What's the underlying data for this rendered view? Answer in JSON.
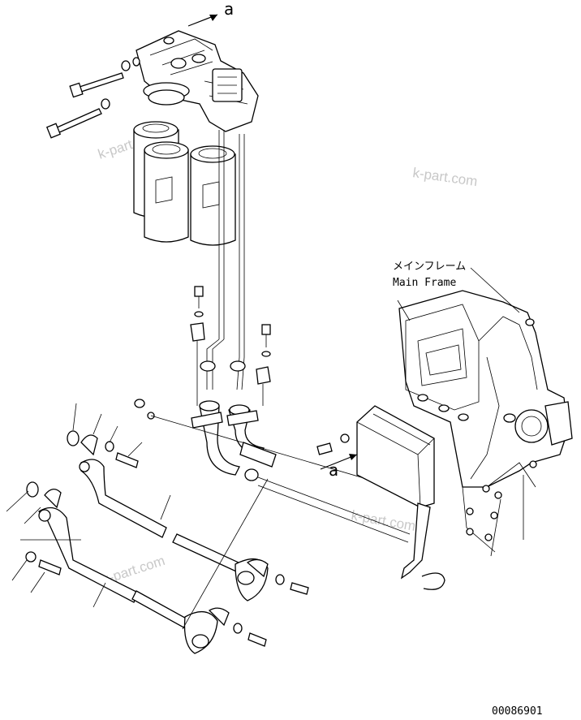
{
  "diagram": {
    "labels": {
      "arrow_top": "a",
      "arrow_mid": "a",
      "main_frame_jp": "メインフレーム",
      "main_frame_en": "Main Frame",
      "drawing_number": "00086901"
    },
    "watermarks": [
      "k-part.com",
      "k-part.com",
      "k-part.com",
      "k-part.com"
    ]
  }
}
